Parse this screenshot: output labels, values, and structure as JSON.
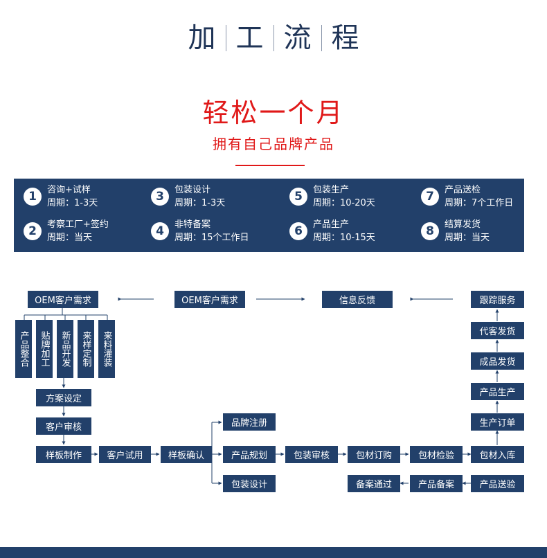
{
  "header": {
    "title_chars": [
      "加",
      "工",
      "流",
      "程"
    ],
    "subtitle": "轻松一个月",
    "tagline": "拥有自己品牌产品"
  },
  "steps": [
    {
      "num": "1",
      "name": "咨询+试样",
      "period": "周期：1-3天"
    },
    {
      "num": "2",
      "name": "考察工厂+签约",
      "period": "周期：当天"
    },
    {
      "num": "3",
      "name": "包装设计",
      "period": "周期：1-3天"
    },
    {
      "num": "4",
      "name": "非特备案",
      "period": "周期：15个工作日"
    },
    {
      "num": "5",
      "name": "包装生产",
      "period": "周期：10-20天"
    },
    {
      "num": "6",
      "name": "产品生产",
      "period": "周期：10-15天"
    },
    {
      "num": "7",
      "name": "产品送检",
      "period": "周期：7个工作日"
    },
    {
      "num": "8",
      "name": "结算发货",
      "period": "周期：当天"
    }
  ],
  "flow": {
    "oem_left": "OEM客户需求",
    "oem_mid": "OEM客户需求",
    "feedback": "信息反馈",
    "follow_service": "跟踪服务",
    "options": [
      "产品整合",
      "贴牌加工",
      "新品开发",
      "来样定制",
      "来料灌装"
    ],
    "plan_setup": "方案设定",
    "client_review": "客户审核",
    "sample_making": "样板制作",
    "client_trial": "客户试用",
    "sample_confirm": "样板确认",
    "brand_register": "品牌注册",
    "product_plan": "产品规划",
    "package_design": "包装设计",
    "package_review": "包装审核",
    "material_order": "包材订购",
    "material_inspect": "包材检验",
    "material_store": "包材入库",
    "production_order": "生产订单",
    "product_produce": "产品生产",
    "finished_ship": "成品发货",
    "agent_ship": "代客发货",
    "product_submit": "产品送验",
    "product_filing": "产品备案",
    "filing_pass": "备案通过"
  }
}
